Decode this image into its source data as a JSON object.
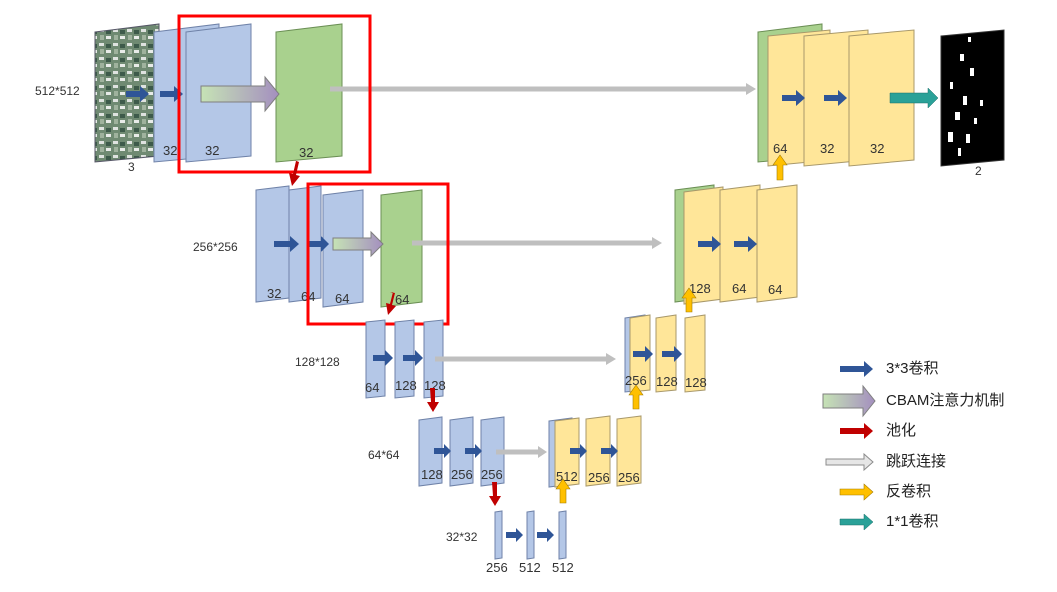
{
  "resolutions": {
    "r512": "512*512",
    "r256": "256*256",
    "r128": "128*128",
    "r64": "64*64",
    "r32": "32*32"
  },
  "encoder": {
    "level1": {
      "input_channels": "3",
      "c1": "32",
      "c2": "32",
      "attn": "32"
    },
    "level2": {
      "c1": "32",
      "c2": "64",
      "c3": "64",
      "attn": "64"
    },
    "level3": {
      "c1": "64",
      "c2": "128",
      "c3": "128"
    },
    "level4": {
      "c1": "128",
      "c2": "256",
      "c3": "256"
    },
    "level5": {
      "c1": "256",
      "c2": "512",
      "c3": "512"
    }
  },
  "decoder": {
    "level4": {
      "c1": "512",
      "c2": "256",
      "c3": "256"
    },
    "level3": {
      "c1": "256",
      "c2": "128",
      "c3": "128"
    },
    "level2": {
      "c1": "128",
      "c2": "64",
      "c3": "64"
    },
    "level1": {
      "c1": "64",
      "c2": "32",
      "c3": "32",
      "output_channels": "2"
    }
  },
  "legend": {
    "conv3": "3*3卷积",
    "cbam": "CBAM注意力机制",
    "pool": "池化",
    "skip": "跳跃连接",
    "deconv": "反卷积",
    "conv1": "1*1卷积"
  },
  "colors": {
    "encoder_block": "#b4c7e7",
    "decoder_block": "#ffe699",
    "attention_block": "#a9d18e",
    "conv_arrow": "#2f5597",
    "pool_arrow": "#c00000",
    "skip_arrow": "#bfbfbf",
    "deconv_arrow": "#ffc000",
    "conv1_arrow": "#2aa198",
    "highlight_box": "#ff0000"
  }
}
